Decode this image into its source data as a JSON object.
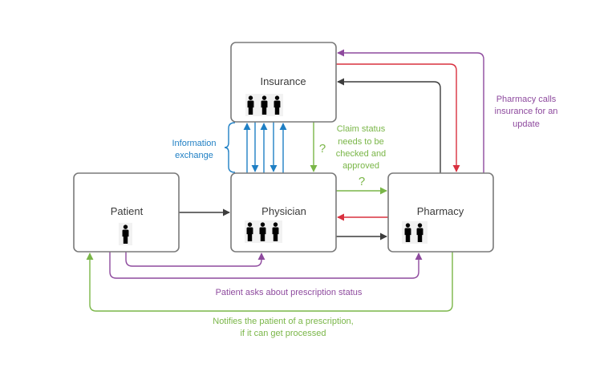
{
  "colors": {
    "black": "#3d3d3d",
    "blue": "#1f7fc4",
    "green": "#7ab648",
    "red": "#d9303f",
    "purple": "#8e4a9e",
    "box_stroke": "#7a7a7a"
  },
  "nodes": {
    "insurance": {
      "label": "Insurance",
      "people": 3
    },
    "patient": {
      "label": "Patient",
      "people": 1
    },
    "physician": {
      "label": "Physician",
      "people": 3
    },
    "pharmacy": {
      "label": "Pharmacy",
      "people": 2
    }
  },
  "annotations": {
    "information_exchange": [
      "Information",
      "exchange"
    ],
    "claim_status": [
      "Claim status",
      "needs to be",
      "checked and",
      "approved"
    ],
    "pharmacy_calls": [
      "Pharmacy calls",
      "insurance for an",
      "update"
    ],
    "patient_asks": "Patient asks about prescription status",
    "notifies": [
      "Notifies the patient of a prescription,",
      "if it can get processed"
    ],
    "question_mark": "?"
  },
  "edges": [
    {
      "from": "patient",
      "to": "physician",
      "color": "black"
    },
    {
      "from": "physician",
      "to": "insurance",
      "color": "blue",
      "bidirectional_count": 5,
      "label": "information_exchange"
    },
    {
      "from": "insurance",
      "to": "physician",
      "color": "green",
      "label": "question_mark"
    },
    {
      "from": "physician",
      "to": "pharmacy",
      "color": "green",
      "label": "claim_status"
    },
    {
      "from": "pharmacy",
      "to": "physician",
      "color": "red"
    },
    {
      "from": "physician",
      "to": "pharmacy",
      "color": "black"
    },
    {
      "from": "pharmacy",
      "to": "insurance",
      "color": "purple",
      "label": "pharmacy_calls"
    },
    {
      "from": "insurance",
      "to": "pharmacy",
      "color": "red"
    },
    {
      "from": "pharmacy",
      "to": "insurance",
      "color": "black"
    },
    {
      "from": "patient",
      "to": "physician",
      "color": "purple",
      "route": "below"
    },
    {
      "from": "patient",
      "to": "pharmacy",
      "color": "purple",
      "route": "below",
      "label": "patient_asks"
    },
    {
      "from": "pharmacy",
      "to": "patient",
      "color": "green",
      "route": "below",
      "label": "notifies"
    }
  ]
}
